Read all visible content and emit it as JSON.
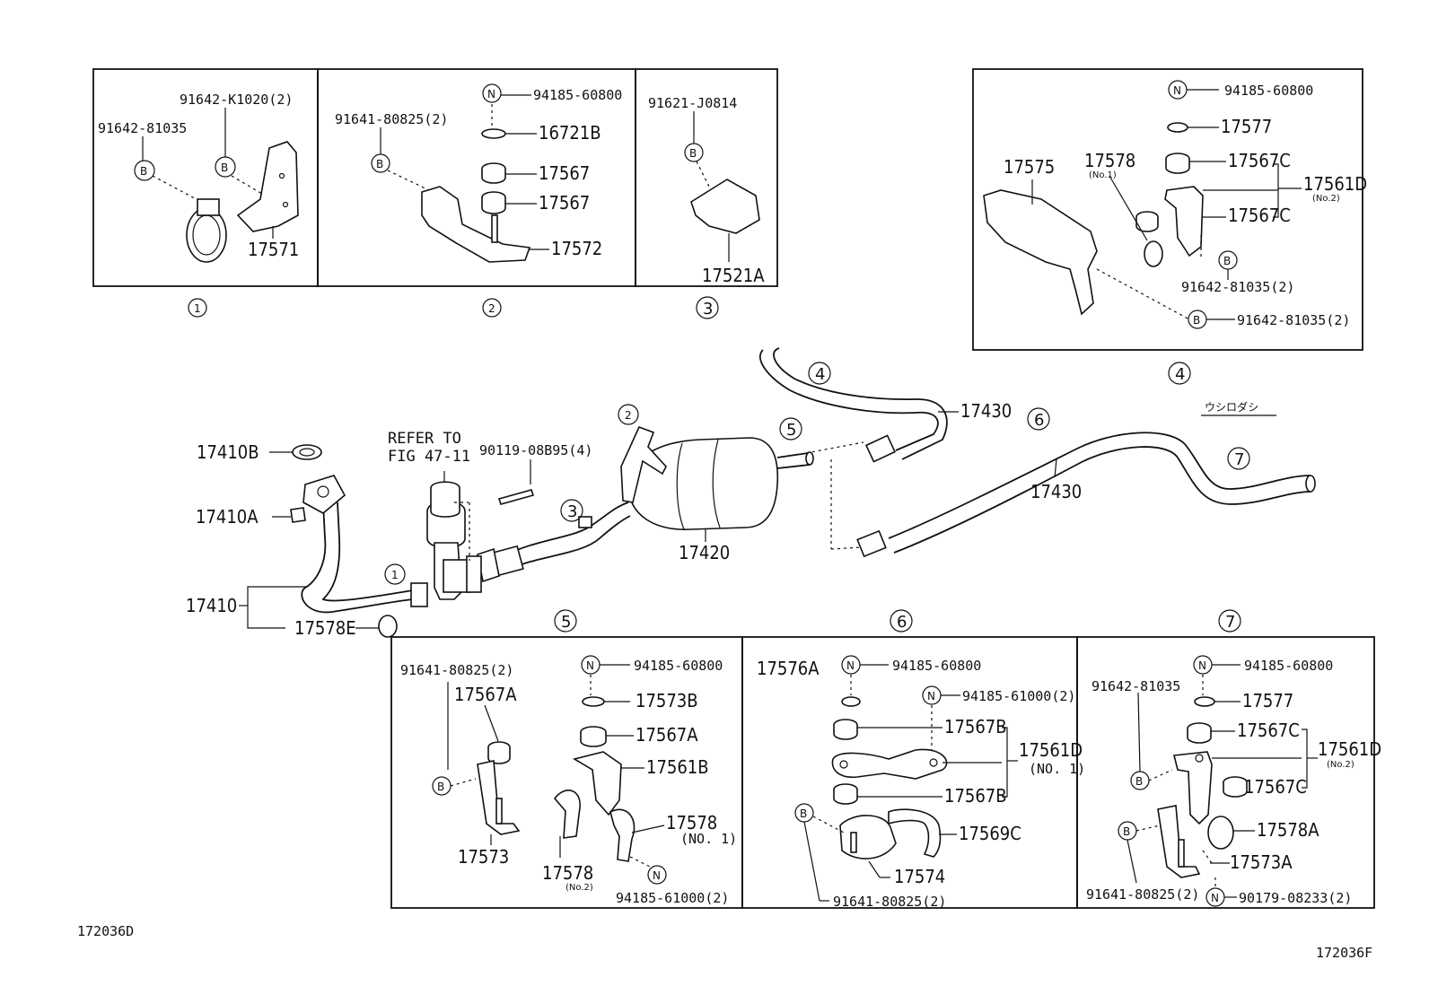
{
  "figure_codes": {
    "left": "172036D",
    "right": "172036F"
  },
  "detail_views": {
    "1": {
      "index": "1",
      "parts": [
        "91642-K1020(2)",
        "91642-81035",
        "17571"
      ]
    },
    "2": {
      "index": "2",
      "parts": [
        "94185-60800",
        "91641-80825(2)",
        "16721B",
        "17567",
        "17567",
        "17572"
      ]
    },
    "3": {
      "index": "3",
      "parts": [
        "91621-J0814",
        "17521A"
      ]
    },
    "4": {
      "index": "4",
      "parts": [
        "94185-60800",
        "17577",
        "17575",
        "17578",
        "(No.1)",
        "17567C",
        "17561D",
        "(No.2)",
        "17567C",
        "91642-81035(2)",
        "91642-81035(2)"
      ]
    },
    "5": {
      "index": "5",
      "parts": [
        "91641-80825(2)",
        "94185-60800",
        "17567A",
        "17573B",
        "17567A",
        "17561B",
        "17578",
        "(NO. 1)",
        "17573",
        "17578",
        "(No.2)",
        "94185-61000(2)"
      ]
    },
    "6": {
      "index": "6",
      "parts": [
        "17576A",
        "94185-60800",
        "94185-61000(2)",
        "17567B",
        "17561D",
        "(NO. 1)",
        "17567B",
        "17569C",
        "17574",
        "91641-80825(2)"
      ]
    },
    "7": {
      "index": "7",
      "parts": [
        "94185-60800",
        "91642-81035",
        "17577",
        "17567C",
        "17561D",
        "(No.2)",
        "17567C",
        "17578A",
        "17573A",
        "91641-80825(2)",
        "90179-08233(2)"
      ]
    }
  },
  "main_assembly": {
    "refer_line1": "REFER TO",
    "refer_line2": "FIG 47-11",
    "bolt": "90119-08B95(4)",
    "parts": {
      "p17410B": "17410B",
      "p17410A": "17410A",
      "p17410": "17410",
      "p17578E": "17578E",
      "p17420": "17420",
      "p17430a": "17430",
      "p17430b": "17430"
    },
    "rear_mark": "ウシロダシ",
    "circled": {
      "c1": "1",
      "c2": "2",
      "c3": "3",
      "c4": "4",
      "c5": "5",
      "c6": "6",
      "c7": "7"
    }
  },
  "symbols": {
    "bolt": "B",
    "nut": "N"
  }
}
